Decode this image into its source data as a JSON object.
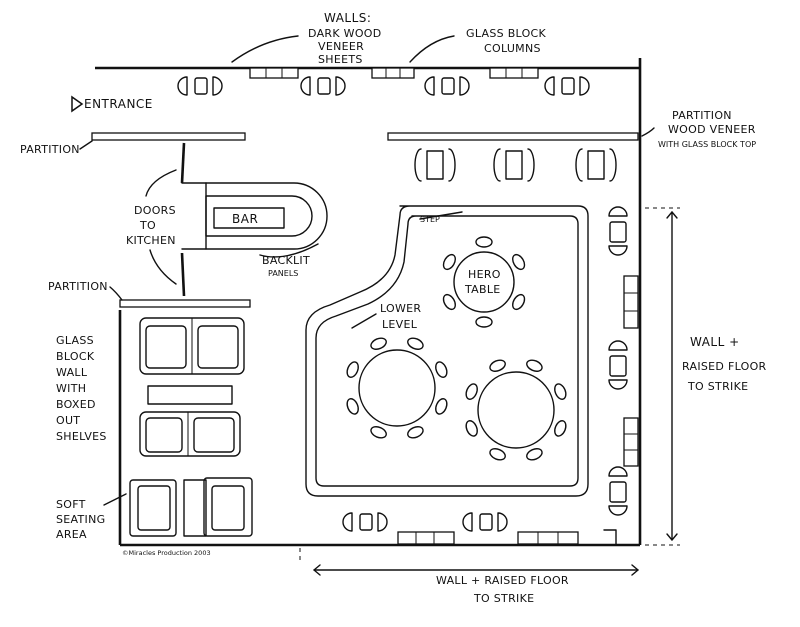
{
  "title_walls": {
    "line1": "Walls:",
    "line2": "Dark wood",
    "line3": "veneer",
    "line4": "sheets"
  },
  "glass_block_columns": {
    "line1": "Glass Block",
    "line2": "Columns"
  },
  "entrance": "Entrance",
  "partition_top_left": "Partition",
  "partition_right": {
    "line1": "Partition",
    "line2": "Wood veneer",
    "line3": "with Glass Block Top"
  },
  "doors_to_kitchen": {
    "line1": "Doors",
    "line2": "to",
    "line3": "Kitchen"
  },
  "bar": "Bar",
  "backlit_panels": {
    "line1": "Backlit",
    "line2": "panels"
  },
  "step": "Step",
  "hero_table": {
    "line1": "Hero",
    "line2": "Table"
  },
  "lower_level": {
    "line1": "Lower",
    "line2": "Level"
  },
  "partition_left": "Partition",
  "glass_block_wall": {
    "line1": "Glass",
    "line2": "Block",
    "line3": "wall",
    "line4": "with",
    "line5": "Boxed",
    "line6": "out",
    "line7": "Shelves"
  },
  "wall_raised_floor_right": {
    "line1": "Wall +",
    "line2": "Raised Floor",
    "line3": "to Strike"
  },
  "soft_seating": {
    "line1": "Soft",
    "line2": "Seating",
    "line3": "Area"
  },
  "copyright": "©Miracles Production 2003",
  "wall_raised_floor_bottom": {
    "line1": "Wall + Raised Floor",
    "line2": "to Strike"
  }
}
